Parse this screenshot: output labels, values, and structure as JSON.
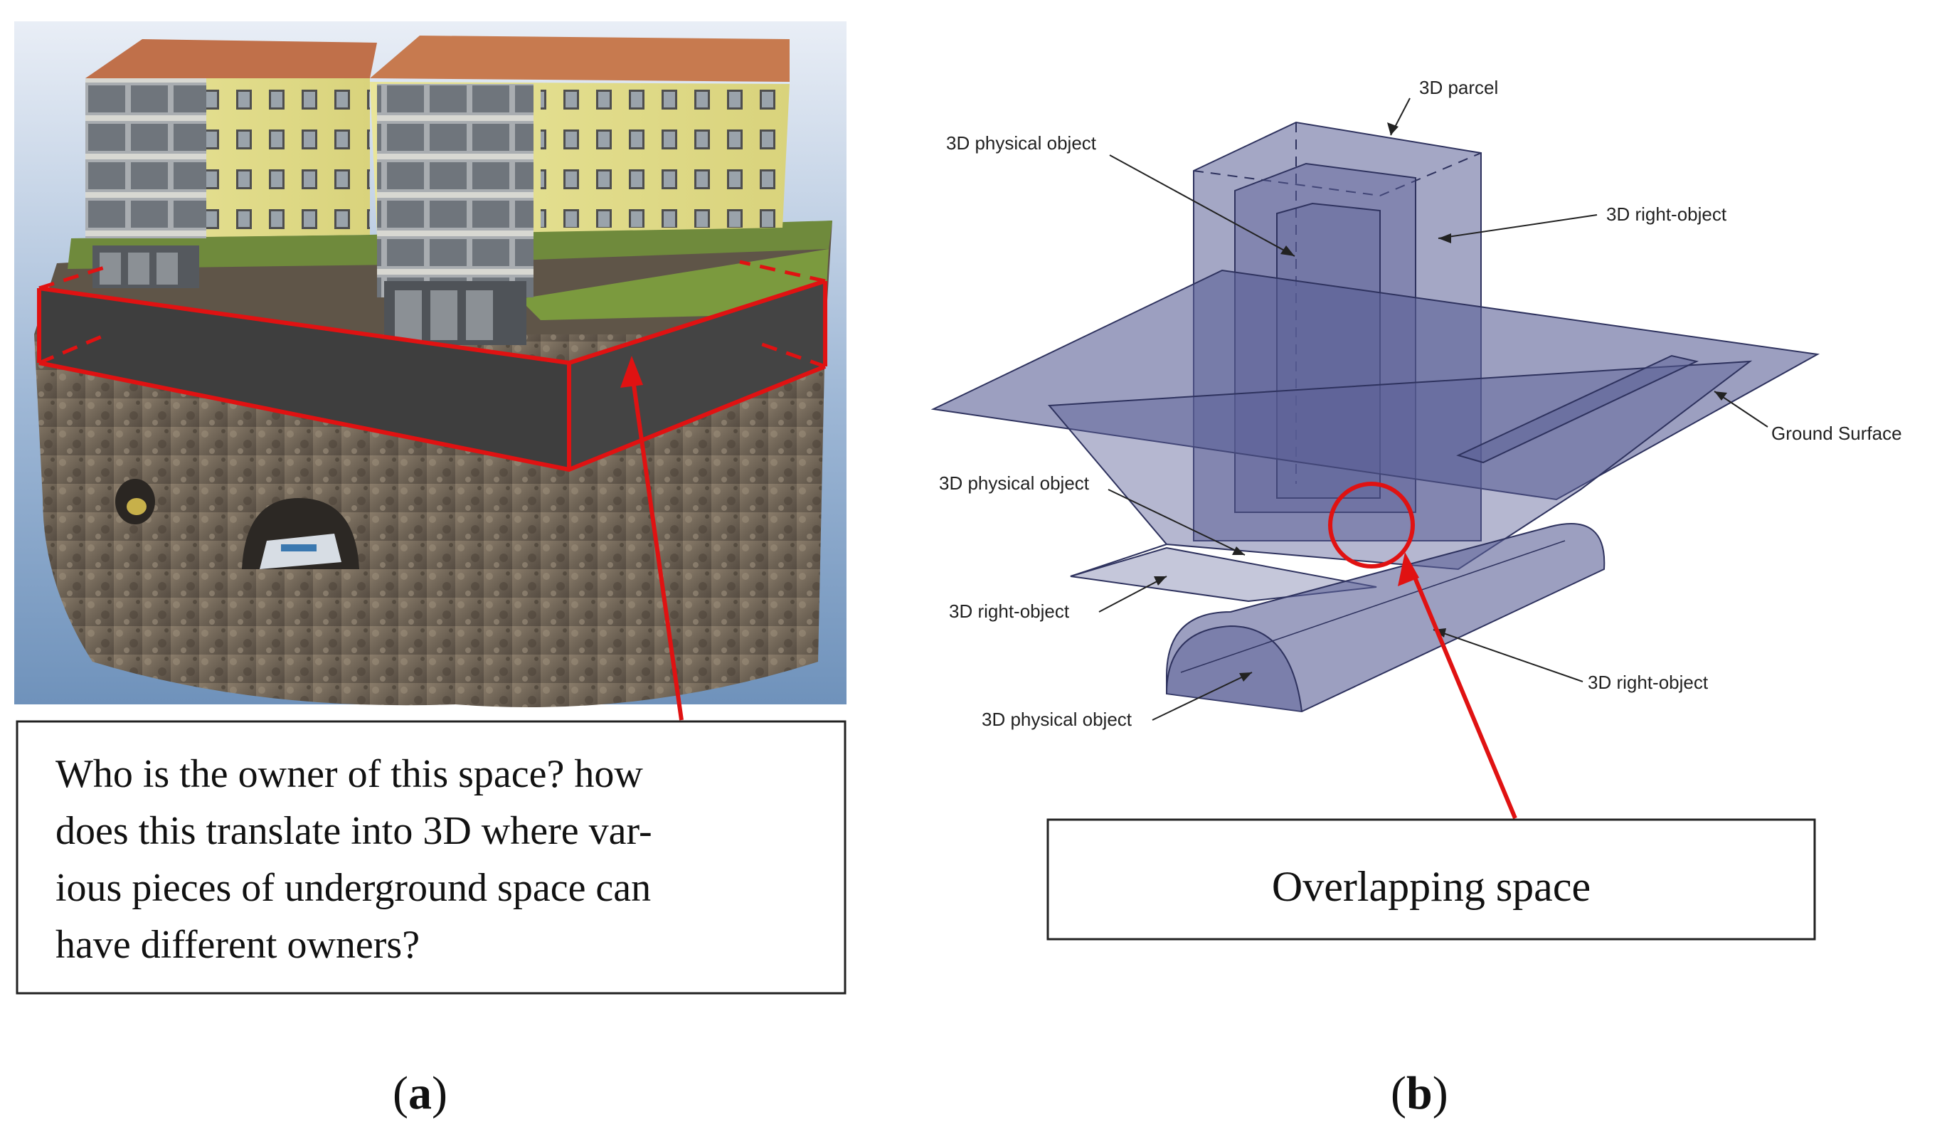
{
  "panel_a": {
    "question_lines": [
      "Who is the owner of this space? how",
      "does this translate into 3D where var-",
      "ious pieces of underground space can",
      "have different owners?"
    ],
    "label_open": "(",
    "label_letter": "a",
    "label_close": ")"
  },
  "panel_b": {
    "labels": {
      "parcel": "3D parcel",
      "physical_top": "3D physical object",
      "right_top": "3D right-object",
      "ground": "Ground Surface",
      "physical_mid": "3D physical object",
      "right_mid": "3D right-object",
      "right_bottom": "3D right-object",
      "physical_bottom": "3D physical object"
    },
    "overlap_text": "Overlapping space",
    "label_open": "(",
    "label_letter": "b",
    "label_close": ")"
  },
  "colors": {
    "highlight": "#e01212",
    "volume": "#5a5f96",
    "volume_stroke": "#2e325e",
    "dark_slab": "#3e3e3e"
  }
}
